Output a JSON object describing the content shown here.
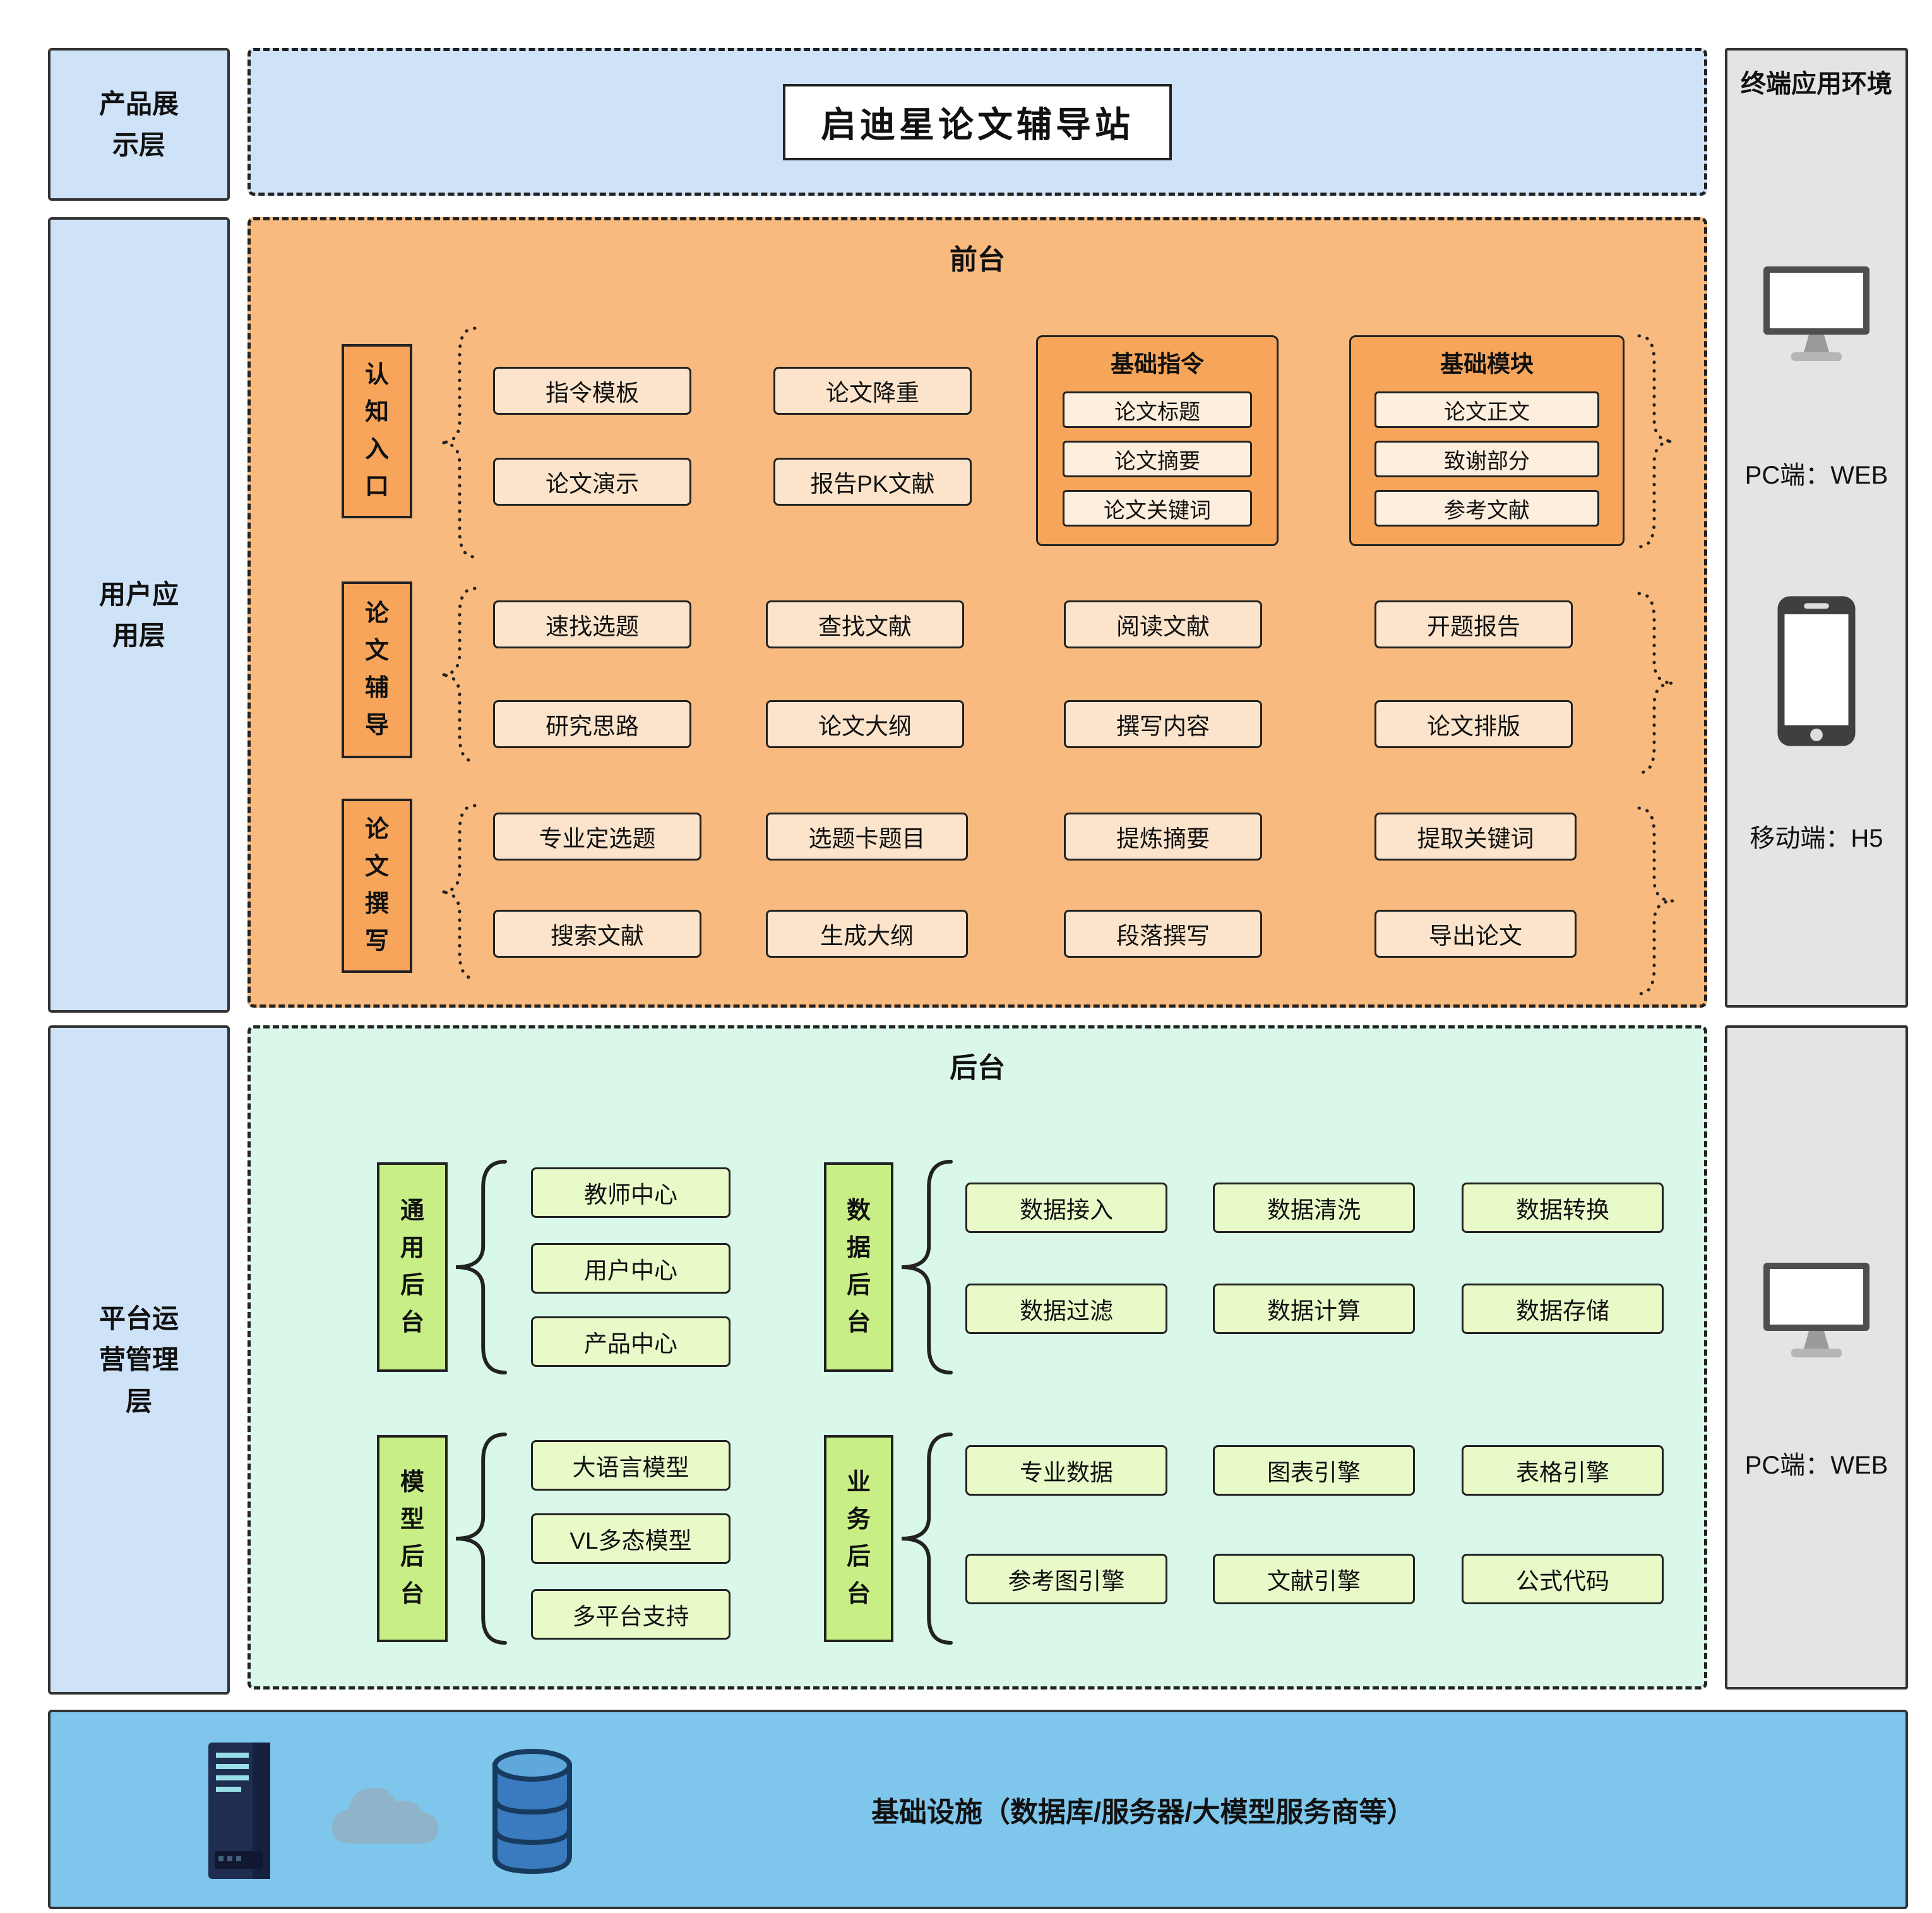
{
  "title": {
    "text": "启迪星论文辅导站"
  },
  "layers": {
    "display": "产品展\n示层",
    "user": "用户应\n用层",
    "platform": "平台运\n营管理\n层"
  },
  "terminal": {
    "heading": "终端应用环境",
    "pc_web": "PC端：WEB",
    "mobile_h5": "移动端：H5",
    "pc_web2": "PC端：WEB"
  },
  "front": {
    "title": "前台",
    "row1": {
      "label": "认\n知\n入\n口",
      "items": [
        "指令模板",
        "论文演示",
        "论文降重",
        "报告PK文献"
      ],
      "group1": {
        "title": "基础指令",
        "items": [
          "论文标题",
          "论文摘要",
          "论文关键词"
        ]
      },
      "group2": {
        "title": "基础模块",
        "items": [
          "论文正文",
          "致谢部分",
          "参考文献"
        ]
      }
    },
    "row2": {
      "label": "论\n文\n辅\n导",
      "items": [
        "速找选题",
        "研究思路",
        "查找文献",
        "论文大纲",
        "阅读文献",
        "撰写内容",
        "开题报告",
        "论文排版"
      ]
    },
    "row3": {
      "label": "论\n文\n撰\n写",
      "items": [
        "专业定选题",
        "搜索文献",
        "选题卡题目",
        "生成大纲",
        "提炼摘要",
        "段落撰写",
        "提取关键词",
        "导出论文"
      ]
    }
  },
  "back": {
    "title": "后台",
    "general": {
      "label": "通\n用\n后\n台",
      "items": [
        "教师中心",
        "用户中心",
        "产品中心"
      ]
    },
    "data": {
      "label": "数\n据\n后\n台",
      "items": [
        "数据接入",
        "数据清洗",
        "数据转换",
        "数据过滤",
        "数据计算",
        "数据存储"
      ]
    },
    "model": {
      "label": "模\n型\n后\n台",
      "items": [
        "大语言模型",
        "VL多态模型",
        "多平台支持"
      ]
    },
    "business": {
      "label": "业\n务\n后\n台",
      "items": [
        "专业数据",
        "图表引擎",
        "表格引擎",
        "参考图引擎",
        "文献引擎",
        "公式代码"
      ]
    }
  },
  "infra": {
    "label": "基础设施（数据库/服务器/大模型服务商等）"
  },
  "colors": {
    "layer_blue": "#cfe3f8",
    "front_orange": "#f8ba7e",
    "front_item": "#fbe4cb",
    "front_accent": "#f7a55a",
    "group_inner": "#fdeedd",
    "back_green_bg": "#daf8ea",
    "back_label_green": "#c7ef86",
    "back_item_green": "#e9fac9",
    "terminal_gray": "#e4e4e4",
    "infra_blue": "#7ec6ec"
  }
}
